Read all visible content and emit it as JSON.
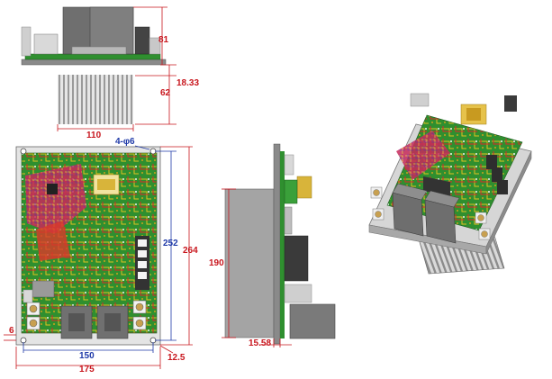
{
  "dimensions": {
    "top_height": "81",
    "top_heatsink_offset": "18.33",
    "top_heatsink": "62",
    "top_width": "110",
    "front_holes": "4-φ6",
    "front_hole_pitch_v": "252",
    "front_height": "264",
    "front_hole_pitch_h": "150",
    "front_width": "175",
    "front_edge_left": "6",
    "front_edge_right": "12.5",
    "side_height": "190",
    "side_plate": "15.58"
  },
  "colors": {
    "dimension_red": "#c8161d",
    "dimension_blue": "#1f3aa8",
    "pcb_green": "#2f8f2f",
    "heatsink_gray": "#9a9a9a",
    "transformer_yellow": "#d8b43a"
  }
}
